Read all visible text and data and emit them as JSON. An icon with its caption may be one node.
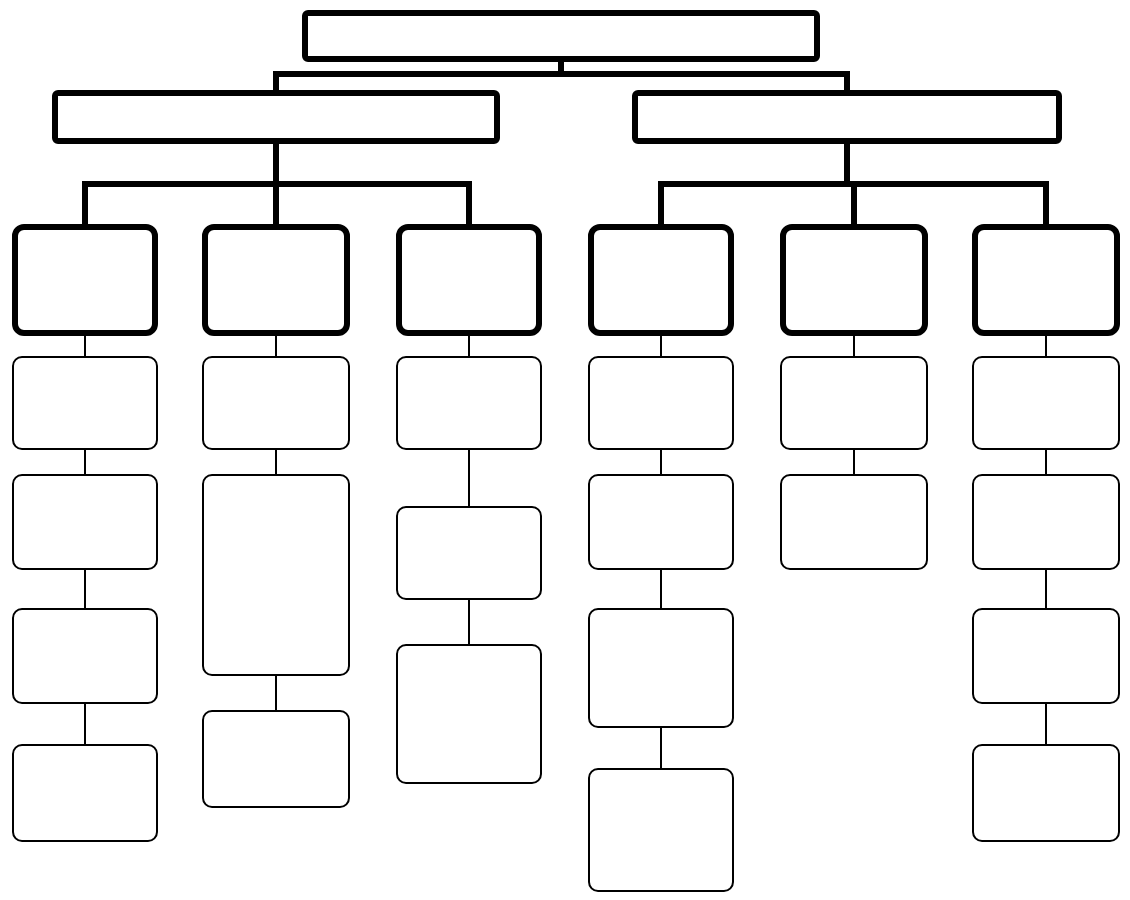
{
  "diagram": {
    "nodes": [
      {
        "text": [],
        "shape": "box"
      },
      {
        "text": [],
        "shape": "box"
      },
      {
        "text": [],
        "shape": "box"
      },
      {
        "text": [],
        "shape": "box"
      },
      {
        "text": [],
        "shape": "box"
      },
      {
        "text": [],
        "shape": "box"
      },
      {
        "text": [],
        "shape": "box"
      },
      {
        "text": [],
        "shape": "box"
      },
      {
        "text": [],
        "shape": "box"
      },
      {
        "text": [],
        "shape": "box"
      },
      {
        "text": [],
        "shape": "box"
      },
      {
        "text": [],
        "shape": "box"
      },
      {
        "text": [],
        "shape": "box"
      },
      {
        "text": [],
        "shape": "box"
      },
      {
        "text": [],
        "shape": "box"
      },
      {
        "text": [],
        "shape": "box"
      },
      {
        "text": [],
        "shape": "box"
      },
      {
        "text": [],
        "shape": "box"
      },
      {
        "text": [],
        "shape": "box"
      },
      {
        "text": [],
        "shape": "box"
      },
      {
        "text": [],
        "shape": "box"
      },
      {
        "text": [],
        "shape": "box"
      },
      {
        "text": [],
        "shape": "box"
      },
      {
        "text": [],
        "shape": "box"
      },
      {
        "text": [],
        "shape": "box"
      },
      {
        "text": [],
        "shape": "box"
      },
      {
        "text": [],
        "shape": "box"
      },
      {
        "text": [],
        "shape": "box"
      },
      {
        "text": [],
        "shape": "box"
      }
    ],
    "edges": [
      {
        "from": 0,
        "to": 1,
        "arrow": "none",
        "style": "thick"
      },
      {
        "from": 0,
        "to": 2,
        "arrow": "none",
        "style": "thick"
      },
      {
        "from": 1,
        "to": 3,
        "arrow": "none",
        "style": "thick"
      },
      {
        "from": 1,
        "to": 4,
        "arrow": "none",
        "style": "thick"
      },
      {
        "from": 1,
        "to": 5,
        "arrow": "none",
        "style": "thick"
      },
      {
        "from": 2,
        "to": 6,
        "arrow": "none",
        "style": "thick"
      },
      {
        "from": 2,
        "to": 7,
        "arrow": "none",
        "style": "thick"
      },
      {
        "from": 2,
        "to": 8,
        "arrow": "none",
        "style": "thick"
      },
      {
        "from": 3,
        "to": 9,
        "arrow": "none"
      },
      {
        "from": 9,
        "to": 10,
        "arrow": "none"
      },
      {
        "from": 10,
        "to": 11,
        "arrow": "none"
      },
      {
        "from": 11,
        "to": 12,
        "arrow": "none"
      },
      {
        "from": 4,
        "to": 13,
        "arrow": "none"
      },
      {
        "from": 13,
        "to": 14,
        "arrow": "none"
      },
      {
        "from": 14,
        "to": 15,
        "arrow": "none"
      },
      {
        "from": 5,
        "to": 16,
        "arrow": "none"
      },
      {
        "from": 16,
        "to": 17,
        "arrow": "none"
      },
      {
        "from": 17,
        "to": 18,
        "arrow": "none"
      },
      {
        "from": 6,
        "to": 19,
        "arrow": "none"
      },
      {
        "from": 19,
        "to": 20,
        "arrow": "none"
      },
      {
        "from": 20,
        "to": 21,
        "arrow": "none"
      },
      {
        "from": 21,
        "to": 22,
        "arrow": "none"
      },
      {
        "from": 7,
        "to": 23,
        "arrow": "none"
      },
      {
        "from": 23,
        "to": 24,
        "arrow": "none"
      },
      {
        "from": 8,
        "to": 25,
        "arrow": "none"
      },
      {
        "from": 25,
        "to": 26,
        "arrow": "none"
      },
      {
        "from": 26,
        "to": 27,
        "arrow": "none"
      },
      {
        "from": 27,
        "to": 28,
        "arrow": "none"
      }
    ]
  }
}
